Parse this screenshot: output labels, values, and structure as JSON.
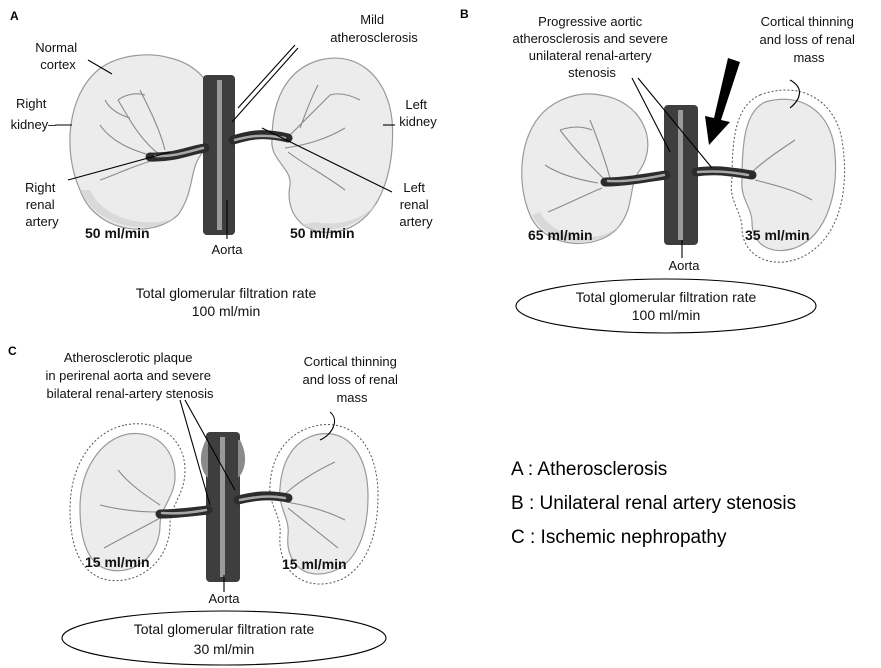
{
  "panel_a": {
    "letter": "A",
    "label_mild": [
      "Mild",
      "atherosclerosis"
    ],
    "label_normal_cortex": [
      "Normal",
      "cortex"
    ],
    "label_right_kidney": [
      "Right",
      "kidney–"
    ],
    "label_left_kidney": [
      "Left",
      "kidney"
    ],
    "label_right_artery": [
      "Right",
      "renal",
      "artery"
    ],
    "label_left_artery": [
      "Left",
      "renal",
      "artery"
    ],
    "rate_right": "50 ml/min",
    "rate_left": "50 ml/min",
    "aorta": "Aorta",
    "gfr_title": "Total glomerular filtration rate",
    "gfr_value": "100 ml/min"
  },
  "panel_b": {
    "letter": "B",
    "label_progressive": [
      "Progressive aortic",
      "atherosclerosis and severe",
      "unilateral renal-artery",
      "stenosis"
    ],
    "label_cortical": [
      "Cortical thinning",
      "and loss of renal",
      "mass"
    ],
    "rate_right": "65 ml/min",
    "rate_left": "35 ml/min",
    "aorta": "Aorta",
    "gfr_title": "Total glomerular filtration rate",
    "gfr_value": "100 ml/min"
  },
  "panel_c": {
    "letter": "C",
    "label_plaque": [
      "Atherosclerotic plaque",
      "in perirenal aorta and severe",
      "bilateral renal-artery stenosis"
    ],
    "label_cortical": [
      "Cortical thinning",
      "and loss of renal",
      "mass"
    ],
    "rate_right": "15 ml/min",
    "rate_left": "15 ml/min",
    "aorta": "Aorta",
    "gfr_title": "Total glomerular filtration rate",
    "gfr_value": "30 ml/min"
  },
  "legend": [
    "A : Atherosclerosis",
    "B : Unilateral renal artery stenosis",
    "C : Ischemic nephropathy"
  ]
}
